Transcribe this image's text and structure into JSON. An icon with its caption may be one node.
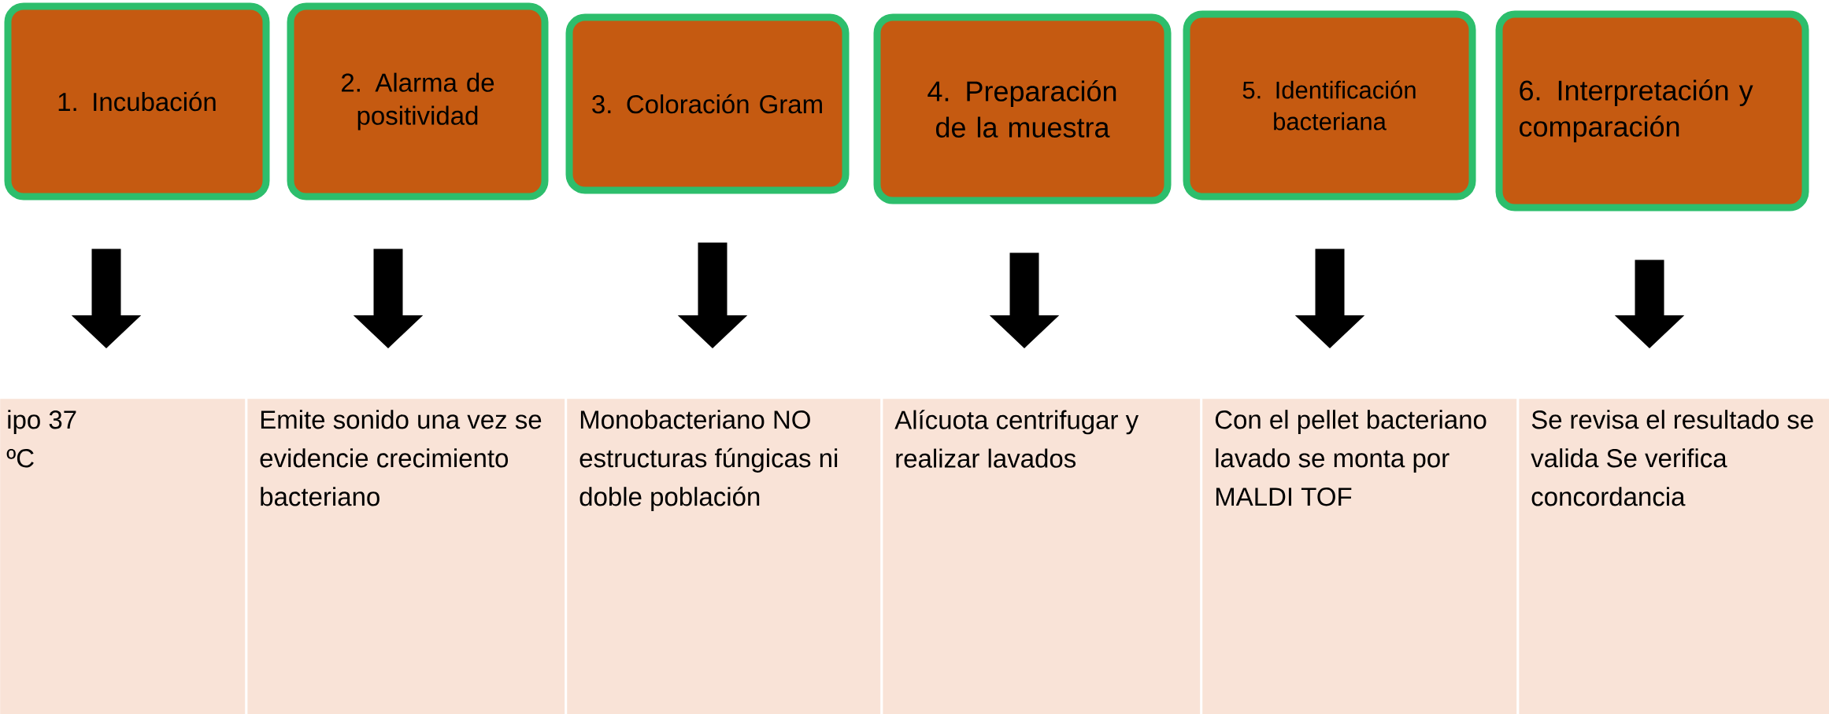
{
  "diagram": {
    "nodes": [
      {
        "text": [
          "1. Incubación"
        ]
      },
      {
        "text": [
          "2. Alarma de positividad"
        ]
      },
      {
        "text": [
          "3. Coloración Gram"
        ]
      },
      {
        "text": [
          "4. Preparación de la muestra"
        ]
      },
      {
        "text": [
          "5. Identificación bacteriana"
        ]
      },
      {
        "text": [
          "6. Interpretación y comparación"
        ]
      },
      {
        "text": [
          "ipo 37 ºC"
        ]
      },
      {
        "text": [
          "Emite sonido una vez se evidencie crecimiento bacteriano"
        ]
      },
      {
        "text": [
          "Monobacteriano NO estructuras fúngicas ni doble población"
        ]
      },
      {
        "text": [
          "Alícuota centrifugar y realizar lavados"
        ]
      },
      {
        "text": [
          "Con el pellet bacteriano lavado se monta por MALDI TOF"
        ]
      },
      {
        "text": [
          "Se revisa el resultado se valida Se verifica concordancia"
        ]
      }
    ],
    "edges": [
      {
        "from": 0,
        "to": 6,
        "arrow": "to"
      },
      {
        "from": 1,
        "to": 7,
        "arrow": "to"
      },
      {
        "from": 2,
        "to": 8,
        "arrow": "to"
      },
      {
        "from": 3,
        "to": 9,
        "arrow": "to"
      },
      {
        "from": 4,
        "to": 10,
        "arrow": "to"
      },
      {
        "from": 5,
        "to": 11,
        "arrow": "to"
      }
    ]
  }
}
